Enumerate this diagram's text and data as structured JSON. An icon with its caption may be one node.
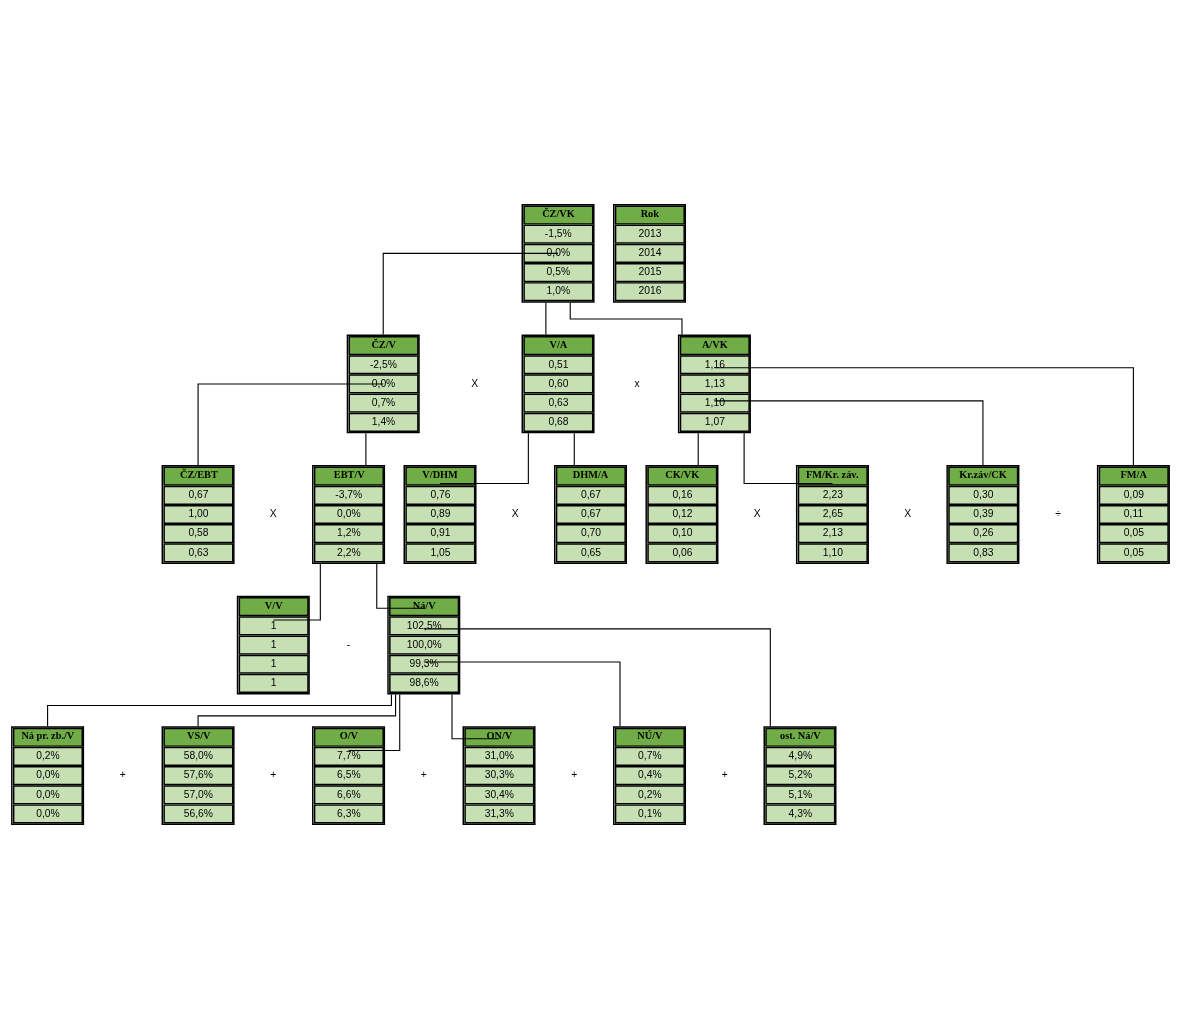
{
  "diagram": {
    "nodes": [
      {
        "text": [
          "ČZ/VK",
          "-1,5%",
          "0,0%",
          "0,5%",
          "1,0%"
        ]
      },
      {
        "text": [
          "Rok",
          "2013",
          "2014",
          "2015",
          "2016"
        ]
      },
      {
        "text": [
          "ČZ/V",
          "-2,5%",
          "0,0%",
          "0,7%",
          "1,4%"
        ]
      },
      {
        "text": [
          "V/A",
          "0,51",
          "0,60",
          "0,63",
          "0,68"
        ]
      },
      {
        "text": [
          "A/VK",
          "1,16",
          "1,13",
          "1,10",
          "1,07"
        ]
      },
      {
        "text": [
          "ČZ/EBT",
          "0,67",
          "1,00",
          "0,58",
          "0,63"
        ]
      },
      {
        "text": [
          "EBT/V",
          "-3,7%",
          "0,0%",
          "1,2%",
          "2,2%"
        ]
      },
      {
        "text": [
          "V/DHM",
          "0,76",
          "0,89",
          "0,91",
          "1,05"
        ]
      },
      {
        "text": [
          "DHM/A",
          "0,67",
          "0,67",
          "0,70",
          "0,65"
        ]
      },
      {
        "text": [
          "CK/VK",
          "0,16",
          "0,12",
          "0,10",
          "0,06"
        ]
      },
      {
        "text": [
          "FM/Kr. záv.",
          "2,23",
          "2,65",
          "2,13",
          "1,10"
        ]
      },
      {
        "text": [
          "Kr.záv/CK",
          "0,30",
          "0,39",
          "0,26",
          "0,83"
        ]
      },
      {
        "text": [
          "FM/A",
          "0,09",
          "0,11",
          "0,05",
          "0,05"
        ]
      },
      {
        "text": [
          "V/V",
          "1",
          "1",
          "1",
          "1"
        ]
      },
      {
        "text": [
          "Ná/V",
          "102,5%",
          "100,0%",
          "99,3%",
          "98,6%"
        ]
      },
      {
        "text": [
          "Ná pr. zb./V",
          "0,2%",
          "0,0%",
          "0,0%",
          "0,0%"
        ]
      },
      {
        "text": [
          "VS/V",
          "58,0%",
          "57,6%",
          "57,0%",
          "56,6%"
        ]
      },
      {
        "text": [
          "O/V",
          "7,7%",
          "6,5%",
          "6,6%",
          "6,3%"
        ]
      },
      {
        "text": [
          "ON/V",
          "31,0%",
          "30,3%",
          "30,4%",
          "31,3%"
        ]
      },
      {
        "text": [
          "NÚ/V",
          "0,7%",
          "0,4%",
          "0,2%",
          "0,1%"
        ]
      },
      {
        "text": [
          "ost. Ná/V",
          "4,9%",
          "5,2%",
          "5,1%",
          "4,3%"
        ]
      }
    ],
    "edges": [
      {
        "from": 0,
        "to": 2,
        "arrow": "none"
      },
      {
        "from": 0,
        "to": 3,
        "arrow": "none"
      },
      {
        "from": 0,
        "to": 4,
        "arrow": "none"
      },
      {
        "from": 2,
        "to": 5,
        "arrow": "none"
      },
      {
        "from": 2,
        "to": 6,
        "arrow": "none"
      },
      {
        "from": 3,
        "to": 7,
        "arrow": "none"
      },
      {
        "from": 3,
        "to": 8,
        "arrow": "none"
      },
      {
        "from": 4,
        "to": 9,
        "arrow": "none"
      },
      {
        "from": 4,
        "to": 10,
        "arrow": "none"
      },
      {
        "from": 4,
        "to": 11,
        "arrow": "none"
      },
      {
        "from": 4,
        "to": 12,
        "arrow": "none"
      },
      {
        "from": 6,
        "to": 13,
        "arrow": "none"
      },
      {
        "from": 6,
        "to": 14,
        "arrow": "none"
      },
      {
        "from": 14,
        "to": 15,
        "arrow": "none"
      },
      {
        "from": 14,
        "to": 16,
        "arrow": "none"
      },
      {
        "from": 14,
        "to": 17,
        "arrow": "none"
      },
      {
        "from": 14,
        "to": 18,
        "arrow": "none"
      },
      {
        "from": 14,
        "to": 19,
        "arrow": "none"
      },
      {
        "from": 14,
        "to": 20,
        "arrow": "none"
      }
    ],
    "labels": [
      "X",
      "x",
      "X",
      "X",
      "X",
      "X",
      "÷",
      "-",
      "+",
      "+",
      "+",
      "+",
      "+"
    ]
  }
}
